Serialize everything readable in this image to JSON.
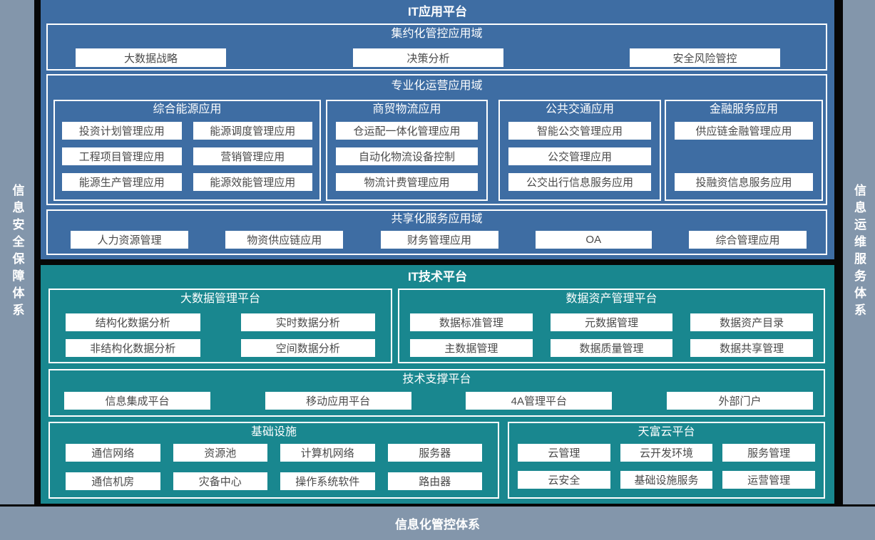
{
  "colors": {
    "app_blue": "#3E6DA3",
    "tech_teal": "#19878F",
    "frame_gray": "#8396AB",
    "frame_black": "#070707",
    "chip_bg": "#FFFFFF",
    "chip_text": "#4A4A4A"
  },
  "left_sidebar": {
    "label": "信息安全保障体系"
  },
  "right_sidebar": {
    "label": "信息运维服务体系"
  },
  "bottom_bar": {
    "label": "信息化管控体系"
  },
  "app_platform": {
    "title": "IT应用平台",
    "intensive_domain": {
      "title": "集约化管控应用域",
      "items": [
        "大数据战略",
        "决策分析",
        "安全风险管控"
      ]
    },
    "specialized_domain": {
      "title": "专业化运营应用域",
      "groups": [
        {
          "title": "综合能源应用",
          "items": [
            "投资计划管理应用",
            "能源调度管理应用",
            "工程项目管理应用",
            "营销管理应用",
            "能源生产管理应用",
            "能源效能管理应用"
          ]
        },
        {
          "title": "商贸物流应用",
          "items": [
            "仓运配一体化管理应用",
            "自动化物流设备控制",
            "物流计费管理应用"
          ]
        },
        {
          "title": "公共交通应用",
          "items": [
            "智能公交管理应用",
            "公交管理应用",
            "公交出行信息服务应用"
          ]
        },
        {
          "title": "金融服务应用",
          "items": [
            "供应链金融管理应用",
            "投融资信息服务应用"
          ]
        }
      ]
    },
    "shared_domain": {
      "title": "共享化服务应用域",
      "items": [
        "人力资源管理",
        "物资供应链应用",
        "财务管理应用",
        "OA",
        "综合管理应用"
      ]
    }
  },
  "tech_platform": {
    "title": "IT技术平台",
    "bigdata": {
      "title": "大数据管理平台",
      "items": [
        "结构化数据分析",
        "实时数据分析",
        "非结构化数据分析",
        "空间数据分析"
      ]
    },
    "data_asset": {
      "title": "数据资产管理平台",
      "items": [
        "数据标准管理",
        "元数据管理",
        "数据资产目录",
        "主数据管理",
        "数据质量管理",
        "数据共享管理"
      ]
    },
    "tech_support": {
      "title": "技术支撑平台",
      "items": [
        "信息集成平台",
        "移动应用平台",
        "4A管理平台",
        "外部门户"
      ]
    },
    "infrastructure": {
      "title": "基础设施",
      "items": [
        "通信网络",
        "资源池",
        "计算机网络",
        "服务器",
        "通信机房",
        "灾备中心",
        "操作系统软件",
        "路由器"
      ]
    },
    "cloud": {
      "title": "天富云平台",
      "items": [
        "云管理",
        "云开发环境",
        "服务管理",
        "云安全",
        "基础设施服务",
        "运营管理"
      ]
    }
  }
}
